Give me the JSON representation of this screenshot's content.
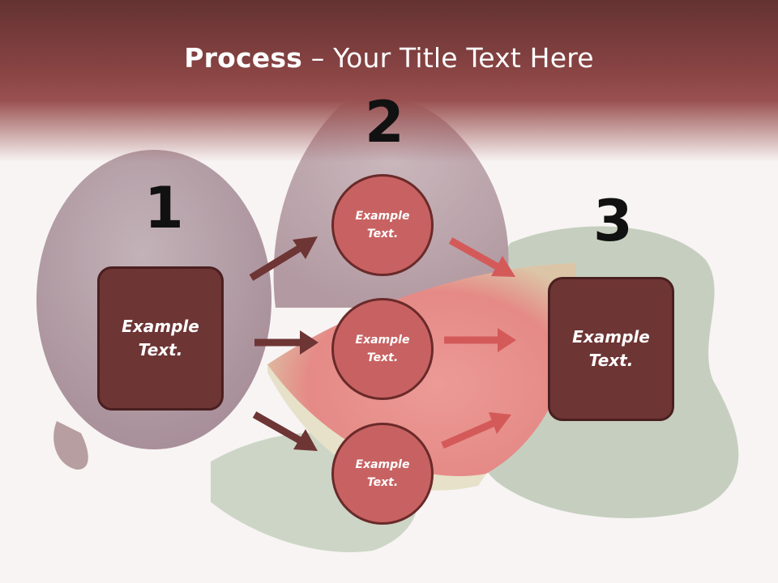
{
  "slide": {
    "title_bold": "Process",
    "title_rest": " – Your Title Text Here"
  },
  "steps": {
    "one": "1",
    "two": "2",
    "three": "3"
  },
  "boxes": {
    "left": {
      "line1": "Example",
      "line2": "Text."
    },
    "right": {
      "line1": "Example",
      "line2": "Text."
    }
  },
  "circles": [
    {
      "line1": "Example",
      "line2": "Text."
    },
    {
      "line1": "Example",
      "line2": "Text."
    },
    {
      "line1": "Example",
      "line2": "Text."
    }
  ],
  "colors": {
    "header": "#8a4444",
    "box_fill": "#6e3535",
    "circle_fill": "#c86262",
    "arrow_dark": "#6e3535",
    "arrow_light": "#d45a5a"
  }
}
